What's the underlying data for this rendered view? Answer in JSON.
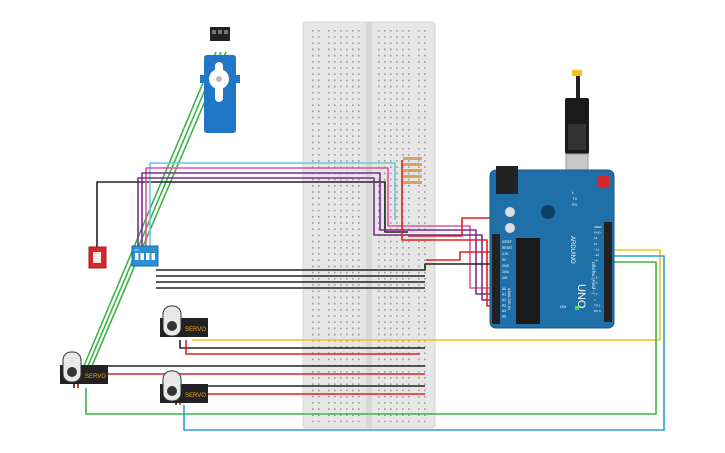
{
  "labels": {
    "servo_label": "SERVO",
    "board_brand": "ARDUINO",
    "board_model": "UNO",
    "analog_in": "ANALOG IN",
    "digital": "DIGITAL (PWM ~)",
    "tx": "TX",
    "rx": "RX",
    "l": "L",
    "on": "ON",
    "power_pins": [
      "IOREF",
      "RESET",
      "3.3V",
      "5V",
      "GND",
      "GND",
      "VIN"
    ],
    "analog_pins": [
      "A0",
      "A1",
      "A2",
      "A3",
      "A4",
      "A5"
    ],
    "digital_pins": [
      "AREF",
      "GND",
      "13",
      "12",
      "~11",
      "~10",
      "~9",
      "8",
      "7",
      "~6",
      "~5",
      "4",
      "~3",
      "2",
      "TX 1",
      "RX 0"
    ],
    "dip_on": "ON",
    "dip_numbers": [
      "1",
      "2",
      "3",
      "4"
    ]
  },
  "colors": {
    "wire_green": "#3db34a",
    "wire_red": "#e02020",
    "wire_black": "#222222",
    "wire_yellow": "#f0c419",
    "wire_blue": "#2a9fd6",
    "wire_purple": "#7b2c8c",
    "wire_pink": "#e0559b",
    "wire_cyan": "#6cc6d9",
    "board_blue": "#1f6fa8",
    "servo_body": "#2276c8",
    "servo_label": "#f5a623",
    "breadboard": "#e6e6e6"
  }
}
